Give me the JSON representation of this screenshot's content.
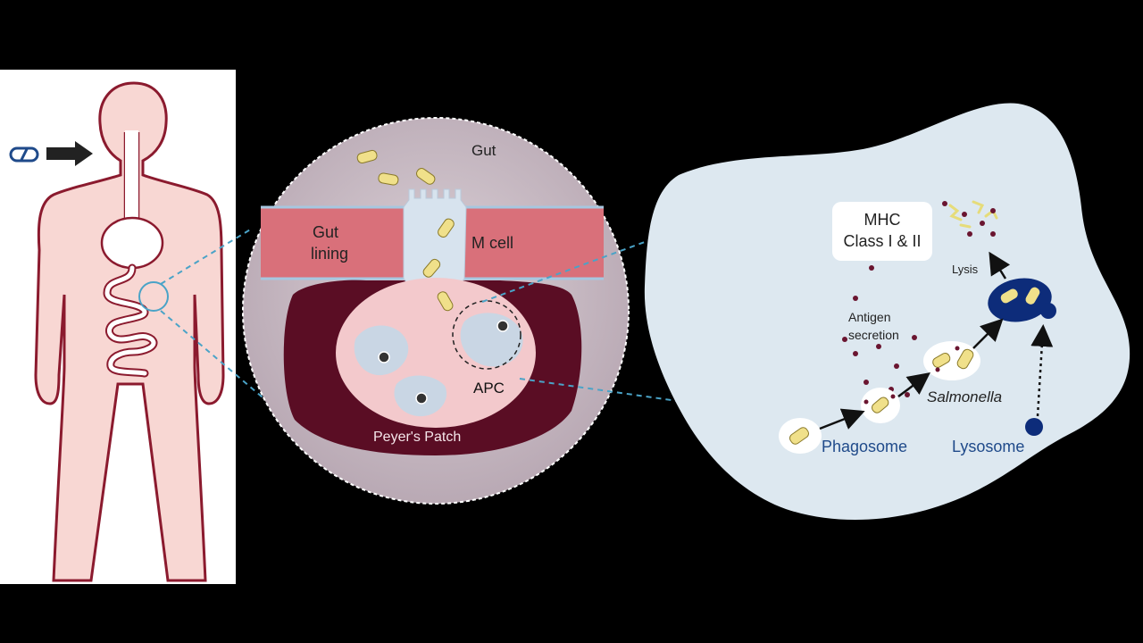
{
  "labels": {
    "gut": "Gut",
    "gut_lining_1": "Gut",
    "gut_lining_2": "lining",
    "m_cell": "M cell",
    "apc": "APC",
    "peyers_patch": "Peyer's Patch",
    "mhc_1": "MHC",
    "mhc_2": "Class I & II",
    "lysis": "Lysis",
    "antigen_1": "Antigen",
    "antigen_2": "secretion",
    "salmonella": "Salmonella",
    "phagosome": "Phagosome",
    "lysosome": "Lysosome"
  },
  "colors": {
    "background": "#000000",
    "body_fill": "#f8d7d3",
    "body_outline": "#8b1a2e",
    "gut_lining": "#d9707a",
    "peyers_patch": "#5a0d24",
    "cell_fill": "#dde8f0",
    "bacteria": "#f0e08a",
    "navy": "#0d2c7a",
    "label_blue": "#1f4a8a",
    "antigen_dot": "#6a1530",
    "zoom_line": "#4aa3c7"
  },
  "icons": {
    "capsule": "capsule-icon",
    "ingest_arrow": "arrow-right-icon"
  }
}
